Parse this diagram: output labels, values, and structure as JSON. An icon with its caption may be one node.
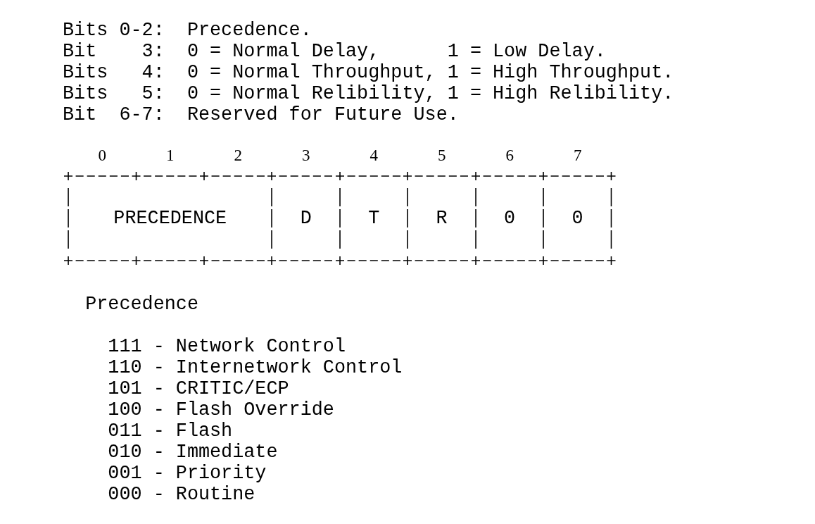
{
  "diagram": {
    "nodes": [
      {
        "text": [
          "PRECEDENCE"
        ]
      },
      {
        "text": [
          "D"
        ]
      },
      {
        "text": [
          "T"
        ]
      },
      {
        "text": [
          "R"
        ]
      },
      {
        "text": [
          "0"
        ]
      },
      {
        "text": [
          "0"
        ]
      }
    ],
    "labels": [
      "Bits",
      "0-2:",
      "Precedence.",
      "Bit",
      "3:",
      "0 = Normal Delay,",
      "1 = Low Delay.",
      "Bits",
      "4:",
      "0 = Normal Throughput,",
      "1 = High Throughput.",
      "Bits",
      "5:",
      "0 = Normal Relibility,",
      "1 = High Relibility.",
      "Bit",
      "6-7:",
      "Reserved for Future Use.",
      "0",
      "1",
      "2",
      "3",
      "4",
      "5",
      "6",
      "7",
      "Precedence",
      "111 - Network Control",
      "110 - Internetwork Control",
      "101 - CRITIC/ECP",
      "100 - Flash Override",
      "011 - Flash",
      "010 - Immediate",
      "001 - Priority",
      "000 - Routine"
    ]
  }
}
